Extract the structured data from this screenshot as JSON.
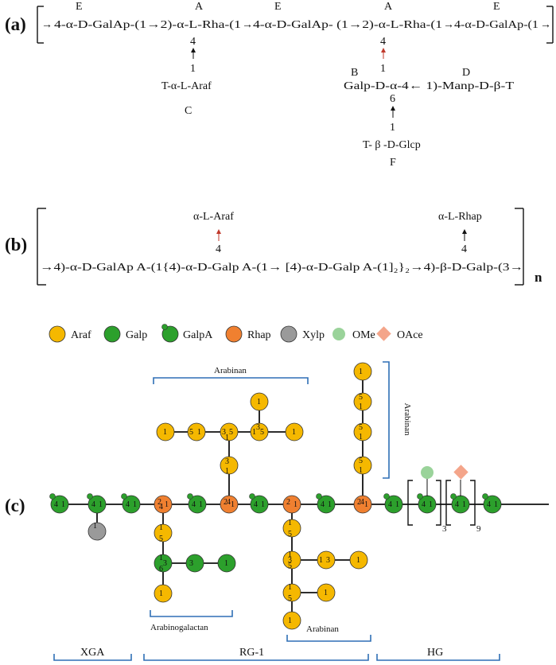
{
  "panels": {
    "a": "(a)",
    "b": "(b)",
    "c": "(c)"
  },
  "panel_a": {
    "top_letters": [
      "E",
      "A",
      "E",
      "A",
      "E"
    ],
    "backbone": [
      "4-α-D-GalAp-(1→2)-α-L-Rha-(1",
      "→",
      "4-α-D-GalAp- (1→2)-α-L-Rha-(1",
      "→",
      "4-α-D-GalAp-(1"
    ],
    "branch1": {
      "linkage_top": "4",
      "linkage_bottom": "1",
      "residue": "T-α-L-Araf",
      "letter": "C"
    },
    "branch2": {
      "linkage_top": "4",
      "linkage_bottom": "1",
      "letter_B": "B",
      "letter_D": "D",
      "residue_row": "Galp-D-α-4← 1)-Manp-D-β-T",
      "sub_top": "6",
      "sub_bottom": "1",
      "sub_residue": "T- β -D-Glcp",
      "letter_F": "F"
    }
  },
  "panel_b": {
    "branch_left": {
      "residue": "α-L-Araf",
      "linkage": "4"
    },
    "branch_right": {
      "residue": "α-L-Rhap",
      "linkage": "4"
    },
    "main_chain": "→4)-α-D-GalAp A-(1{4)-α-D-Galp A-(1→ [4)-α-D-Galp A-(1]₂}₂→4)-β-D-Galp-(3→",
    "repeat": "n"
  },
  "legend": [
    {
      "label": "Araf",
      "color": "#f5b800"
    },
    {
      "label": "Galp",
      "color": "#2ca02c"
    },
    {
      "label": "GalpA",
      "color": "#2ca02c"
    },
    {
      "label": "Rhap",
      "color": "#f08030"
    },
    {
      "label": "Xylp",
      "color": "#9a9a9a"
    },
    {
      "label": "OMe",
      "color": "#9ad39a"
    },
    {
      "label": "OAce",
      "color": "#f4a58a"
    }
  ],
  "panel_c": {
    "bracket_labels": {
      "arabinan_top": "Arabinan",
      "arabinan_side": "Arabinan",
      "arabinogalactan": "Arabinogalactan",
      "arabinan_bottom": "Arabinan"
    },
    "region_labels": [
      "XGA",
      "RG-1",
      "HG"
    ],
    "repeat_3": "3",
    "repeat_9": "9"
  }
}
